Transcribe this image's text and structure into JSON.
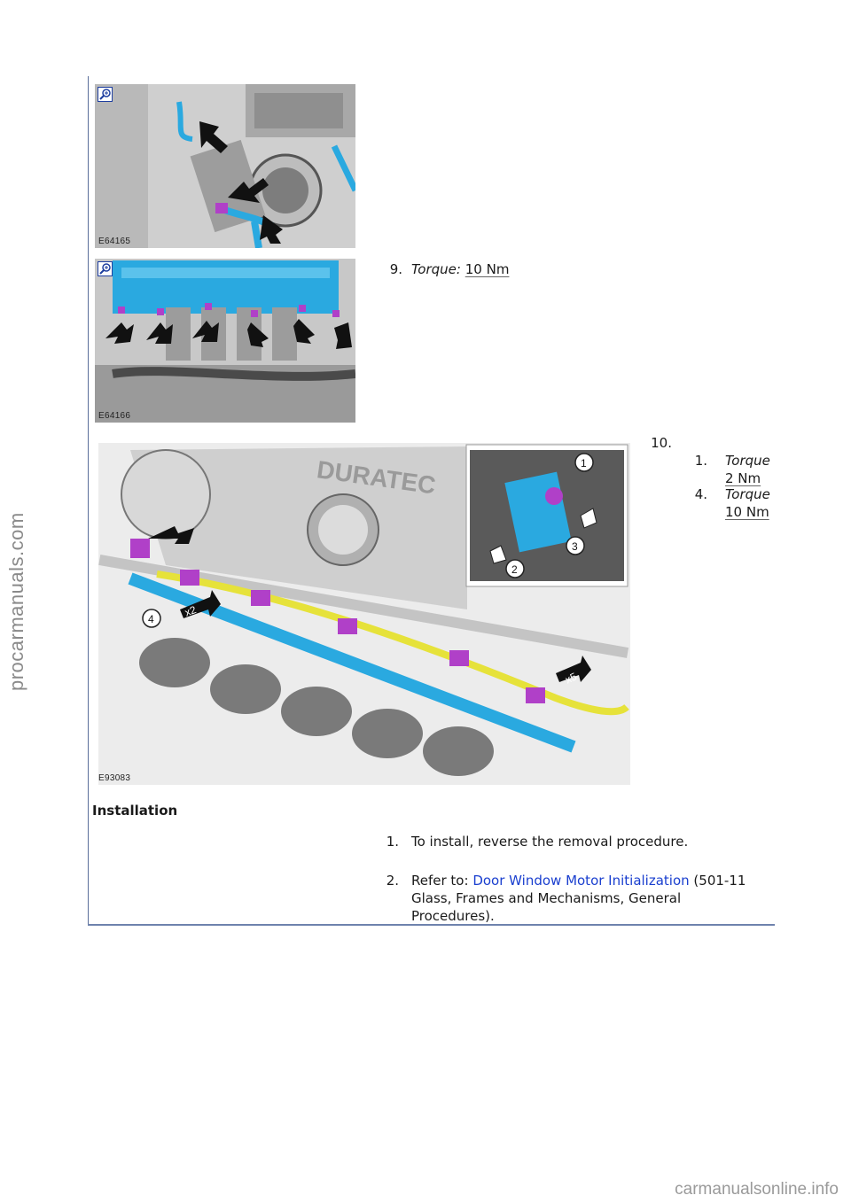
{
  "watermarks": {
    "side": "procarmanuals.com",
    "bottom": "carmanualsonline.info"
  },
  "figures": {
    "fig1_code": "E64165",
    "fig2_code": "E64166",
    "fig3_code": "E93083",
    "fig3_callouts": [
      "1",
      "2",
      "3",
      "4"
    ],
    "fig3_tags": [
      "x2",
      "x5"
    ],
    "fig3_engine_text": "DURATEC"
  },
  "steps": {
    "s9": {
      "num": "9.",
      "label": "Torque:",
      "value": "10 Nm"
    },
    "s10": {
      "num": "10.",
      "sub": [
        {
          "num": "1.",
          "label": "Torque",
          "value": "2 Nm"
        },
        {
          "num": "4.",
          "label": "Torque",
          "value": "10 Nm"
        }
      ]
    }
  },
  "installation": {
    "heading": "Installation",
    "items": [
      {
        "num": "1.",
        "text": "To install, reverse the removal procedure."
      },
      {
        "num": "2.",
        "prefix": "Refer to: ",
        "link": "Door Window Motor Initialization",
        "suffix_line1": " (501-11",
        "line2": "Glass, Frames and Mechanisms, General",
        "line3": "Procedures)."
      }
    ]
  },
  "colors": {
    "frame": "#5a6e9a",
    "link": "#1a3fcf",
    "part_blue": "#2aa9e0",
    "connector_purple": "#b040c8",
    "harness_yellow": "#e6e23a"
  }
}
